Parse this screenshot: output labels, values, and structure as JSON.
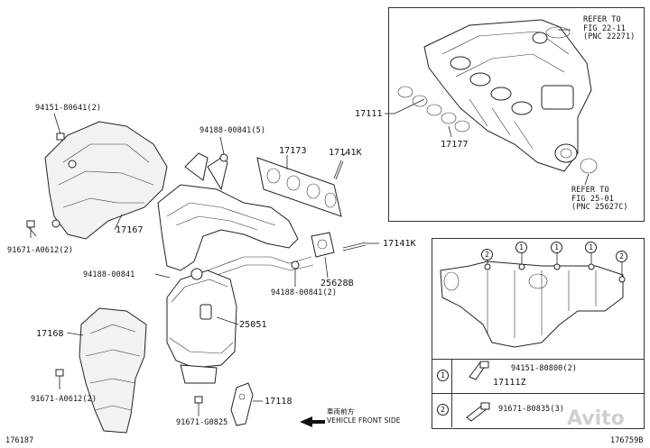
{
  "upper_right_box": {
    "refer_1": [
      "REFER TO",
      "FIG 22-11",
      "(PNC 22271)"
    ],
    "refer_2": [
      "REFER TO",
      "FIG 25-01",
      "(PNC 25627C)"
    ],
    "part_17111": "17111",
    "part_17177": "17177"
  },
  "left_labels": {
    "p94151_80641": "94151-80641(2)",
    "p17167": "17167",
    "p91671_a0612_top": "91671-A0612(2)",
    "p94188_00841_5": "94188-00841(5)",
    "p17173": "17173",
    "p17141k_a": "17141K",
    "p17141k_b": "17141K",
    "p25628b": "25628B",
    "p94188_00841_b": "94188-00841(2)",
    "p94188_00841_a": "94188-00841",
    "p17168": "17168",
    "p25051": "25051",
    "p91671_a0612_bot": "91671-A0612(2)",
    "p91671_g0825": "91671-G0825",
    "p17118": "17118"
  },
  "lower_right_box": {
    "circle_labels": [
      "2",
      "1",
      "1",
      "1",
      "2"
    ],
    "row1": {
      "num": "1",
      "part_a": "94151-80800(2)",
      "part_b": "17111Z"
    },
    "row2": {
      "num": "2",
      "part_a": "91671-80835(3)"
    }
  },
  "direction": {
    "jp": "車両前方",
    "en": "VEHICLE FRONT SIDE"
  },
  "footer": {
    "left_id": "176187",
    "right_id": "176759B"
  },
  "watermark": "Avito"
}
